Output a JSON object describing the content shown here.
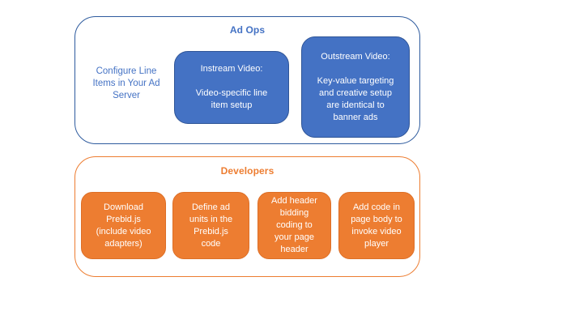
{
  "colors": {
    "blue_box_fill": "#4472C4",
    "blue_box_border": "#2F5597",
    "blue_outline": "#2E5B9E",
    "blue_text": "#4472C4",
    "orange_fill": "#ED7D31",
    "orange_border": "#DD6F27",
    "orange_text": "#ED7D31",
    "box_text": "#FFFFFF",
    "background": "#FFFFFF"
  },
  "ad_ops": {
    "title": "Ad Ops",
    "side_note": "Configure Line\nItems in Your Ad\nServer",
    "boxes": [
      {
        "id": "instream-video",
        "text": "Instream Video:\n\nVideo-specific line\nitem setup"
      },
      {
        "id": "outstream-video",
        "text": "Outstream Video:\n\nKey-value targeting\nand creative setup\nare identical to\nbanner ads"
      }
    ]
  },
  "developers": {
    "title": "Developers",
    "boxes": [
      {
        "id": "download-prebid",
        "text": "Download\nPrebid.js\n(include video\nadapters)"
      },
      {
        "id": "define-ad-units",
        "text": "Define ad\nunits in the\nPrebid.js\ncode"
      },
      {
        "id": "add-header-bidding",
        "text": "Add header\nbidding\ncoding to\nyour page\nheader"
      },
      {
        "id": "add-page-body-code",
        "text": "Add code in\npage body to\ninvoke video\nplayer"
      }
    ]
  }
}
